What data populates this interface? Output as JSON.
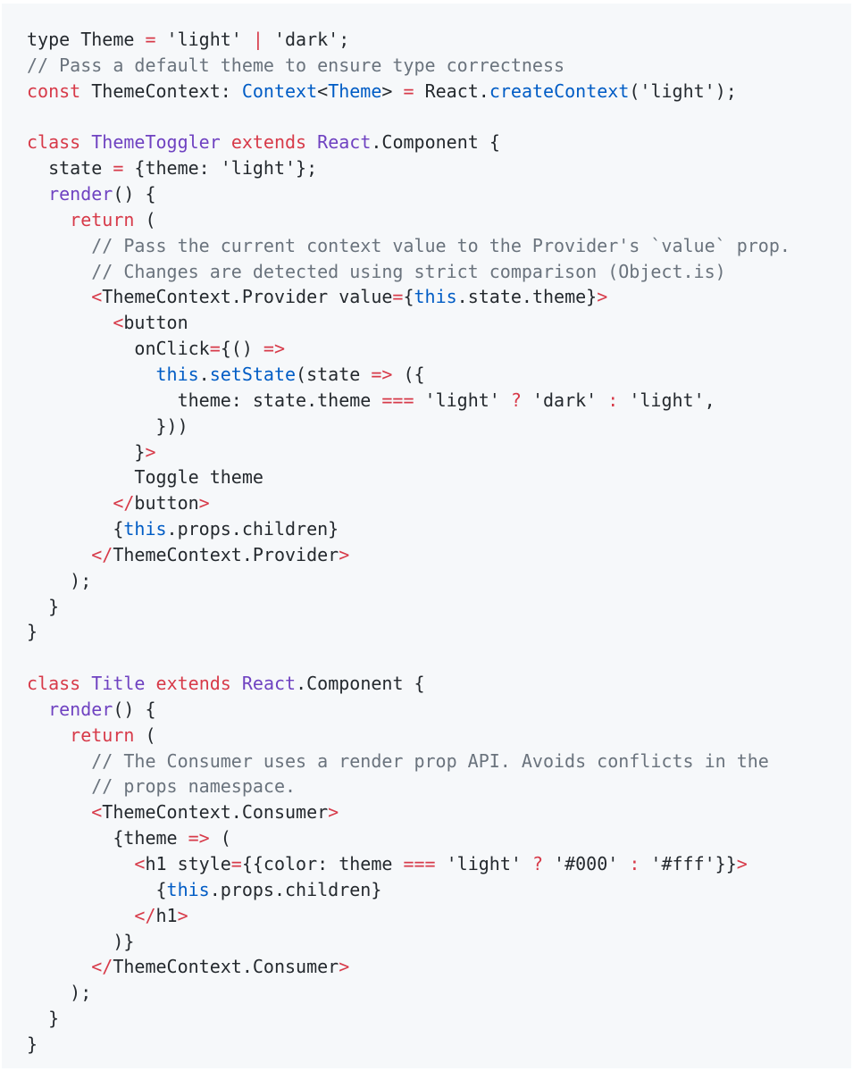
{
  "colors": {
    "background": "#ffffff",
    "panel": "#f6f8fa",
    "plain": "#24292e",
    "keyword": "#d73a49",
    "type": "#6f42c1",
    "string": "#032f62",
    "comment": "#6a737d",
    "operator": "#d73a49",
    "builtin": "#005cc5",
    "tag": "#d73a49"
  },
  "code": {
    "language": "tsx",
    "lines": [
      [
        {
          "t": "type Theme ",
          "k": "plain"
        },
        {
          "t": "=",
          "k": "operator"
        },
        {
          "t": " 'light' ",
          "k": "plain"
        },
        {
          "t": "|",
          "k": "operator"
        },
        {
          "t": " 'dark';",
          "k": "plain"
        }
      ],
      [
        {
          "t": "// Pass a default theme to ensure type correctness",
          "k": "comment"
        }
      ],
      [
        {
          "t": "const",
          "k": "keyword"
        },
        {
          "t": " ThemeContext: ",
          "k": "plain"
        },
        {
          "t": "Context",
          "k": "builtin"
        },
        {
          "t": "<",
          "k": "plain"
        },
        {
          "t": "Theme",
          "k": "builtin"
        },
        {
          "t": "> ",
          "k": "plain"
        },
        {
          "t": "=",
          "k": "operator"
        },
        {
          "t": " React.",
          "k": "plain"
        },
        {
          "t": "createContext",
          "k": "builtin"
        },
        {
          "t": "('light');",
          "k": "plain"
        }
      ],
      [],
      [
        {
          "t": "class",
          "k": "keyword"
        },
        {
          "t": " ",
          "k": "plain"
        },
        {
          "t": "ThemeToggler",
          "k": "type"
        },
        {
          "t": " ",
          "k": "plain"
        },
        {
          "t": "extends",
          "k": "keyword"
        },
        {
          "t": " ",
          "k": "plain"
        },
        {
          "t": "React",
          "k": "type"
        },
        {
          "t": ".Component {",
          "k": "plain"
        }
      ],
      [
        {
          "t": "  state ",
          "k": "plain"
        },
        {
          "t": "=",
          "k": "operator"
        },
        {
          "t": " {theme: 'light'};",
          "k": "plain"
        }
      ],
      [
        {
          "t": "  ",
          "k": "plain"
        },
        {
          "t": "render",
          "k": "type"
        },
        {
          "t": "() {",
          "k": "plain"
        }
      ],
      [
        {
          "t": "    ",
          "k": "plain"
        },
        {
          "t": "return",
          "k": "keyword"
        },
        {
          "t": " (",
          "k": "plain"
        }
      ],
      [
        {
          "t": "      // Pass the current context value to the Provider's `value` prop.",
          "k": "comment"
        }
      ],
      [
        {
          "t": "      // Changes are detected using strict comparison (Object.is)",
          "k": "comment"
        }
      ],
      [
        {
          "t": "      ",
          "k": "plain"
        },
        {
          "t": "<",
          "k": "tag"
        },
        {
          "t": "ThemeContext.Provider value",
          "k": "plain"
        },
        {
          "t": "=",
          "k": "operator"
        },
        {
          "t": "{",
          "k": "plain"
        },
        {
          "t": "this",
          "k": "builtin"
        },
        {
          "t": ".state.theme}",
          "k": "plain"
        },
        {
          "t": ">",
          "k": "tag"
        }
      ],
      [
        {
          "t": "        ",
          "k": "plain"
        },
        {
          "t": "<",
          "k": "tag"
        },
        {
          "t": "button",
          "k": "plain"
        }
      ],
      [
        {
          "t": "          onClick",
          "k": "plain"
        },
        {
          "t": "=",
          "k": "operator"
        },
        {
          "t": "{() ",
          "k": "plain"
        },
        {
          "t": "=>",
          "k": "operator"
        }
      ],
      [
        {
          "t": "            ",
          "k": "plain"
        },
        {
          "t": "this",
          "k": "builtin"
        },
        {
          "t": ".",
          "k": "plain"
        },
        {
          "t": "setState",
          "k": "builtin"
        },
        {
          "t": "(state ",
          "k": "plain"
        },
        {
          "t": "=>",
          "k": "operator"
        },
        {
          "t": " ({",
          "k": "plain"
        }
      ],
      [
        {
          "t": "              theme: state.theme ",
          "k": "plain"
        },
        {
          "t": "===",
          "k": "operator"
        },
        {
          "t": " 'light' ",
          "k": "plain"
        },
        {
          "t": "?",
          "k": "operator"
        },
        {
          "t": " 'dark' ",
          "k": "plain"
        },
        {
          "t": ":",
          "k": "operator"
        },
        {
          "t": " 'light',",
          "k": "plain"
        }
      ],
      [
        {
          "t": "            }))",
          "k": "plain"
        }
      ],
      [
        {
          "t": "          }",
          "k": "plain"
        },
        {
          "t": ">",
          "k": "tag"
        }
      ],
      [
        {
          "t": "          Toggle theme",
          "k": "plain"
        }
      ],
      [
        {
          "t": "        ",
          "k": "plain"
        },
        {
          "t": "</",
          "k": "tag"
        },
        {
          "t": "button",
          "k": "plain"
        },
        {
          "t": ">",
          "k": "tag"
        }
      ],
      [
        {
          "t": "        {",
          "k": "plain"
        },
        {
          "t": "this",
          "k": "builtin"
        },
        {
          "t": ".props.children}",
          "k": "plain"
        }
      ],
      [
        {
          "t": "      ",
          "k": "plain"
        },
        {
          "t": "</",
          "k": "tag"
        },
        {
          "t": "ThemeContext.Provider",
          "k": "plain"
        },
        {
          "t": ">",
          "k": "tag"
        }
      ],
      [
        {
          "t": "    );",
          "k": "plain"
        }
      ],
      [
        {
          "t": "  }",
          "k": "plain"
        }
      ],
      [
        {
          "t": "}",
          "k": "plain"
        }
      ],
      [],
      [
        {
          "t": "class",
          "k": "keyword"
        },
        {
          "t": " ",
          "k": "plain"
        },
        {
          "t": "Title",
          "k": "type"
        },
        {
          "t": " ",
          "k": "plain"
        },
        {
          "t": "extends",
          "k": "keyword"
        },
        {
          "t": " ",
          "k": "plain"
        },
        {
          "t": "React",
          "k": "type"
        },
        {
          "t": ".Component {",
          "k": "plain"
        }
      ],
      [
        {
          "t": "  ",
          "k": "plain"
        },
        {
          "t": "render",
          "k": "type"
        },
        {
          "t": "() {",
          "k": "plain"
        }
      ],
      [
        {
          "t": "    ",
          "k": "plain"
        },
        {
          "t": "return",
          "k": "keyword"
        },
        {
          "t": " (",
          "k": "plain"
        }
      ],
      [
        {
          "t": "      // The Consumer uses a render prop API. Avoids conflicts in the",
          "k": "comment"
        }
      ],
      [
        {
          "t": "      // props namespace.",
          "k": "comment"
        }
      ],
      [
        {
          "t": "      ",
          "k": "plain"
        },
        {
          "t": "<",
          "k": "tag"
        },
        {
          "t": "ThemeContext.Consumer",
          "k": "plain"
        },
        {
          "t": ">",
          "k": "tag"
        }
      ],
      [
        {
          "t": "        {theme ",
          "k": "plain"
        },
        {
          "t": "=>",
          "k": "operator"
        },
        {
          "t": " (",
          "k": "plain"
        }
      ],
      [
        {
          "t": "          ",
          "k": "plain"
        },
        {
          "t": "<",
          "k": "tag"
        },
        {
          "t": "h1 style",
          "k": "plain"
        },
        {
          "t": "=",
          "k": "operator"
        },
        {
          "t": "{{color: theme ",
          "k": "plain"
        },
        {
          "t": "===",
          "k": "operator"
        },
        {
          "t": " 'light' ",
          "k": "plain"
        },
        {
          "t": "?",
          "k": "operator"
        },
        {
          "t": " '#000' ",
          "k": "plain"
        },
        {
          "t": ":",
          "k": "operator"
        },
        {
          "t": " '#fff'}}",
          "k": "plain"
        },
        {
          "t": ">",
          "k": "tag"
        }
      ],
      [
        {
          "t": "            {",
          "k": "plain"
        },
        {
          "t": "this",
          "k": "builtin"
        },
        {
          "t": ".props.children}",
          "k": "plain"
        }
      ],
      [
        {
          "t": "          ",
          "k": "plain"
        },
        {
          "t": "</",
          "k": "tag"
        },
        {
          "t": "h1",
          "k": "plain"
        },
        {
          "t": ">",
          "k": "tag"
        }
      ],
      [
        {
          "t": "        )}",
          "k": "plain"
        }
      ],
      [
        {
          "t": "      ",
          "k": "plain"
        },
        {
          "t": "</",
          "k": "tag"
        },
        {
          "t": "ThemeContext.Consumer",
          "k": "plain"
        },
        {
          "t": ">",
          "k": "tag"
        }
      ],
      [
        {
          "t": "    );",
          "k": "plain"
        }
      ],
      [
        {
          "t": "  }",
          "k": "plain"
        }
      ],
      [
        {
          "t": "}",
          "k": "plain"
        }
      ]
    ]
  }
}
